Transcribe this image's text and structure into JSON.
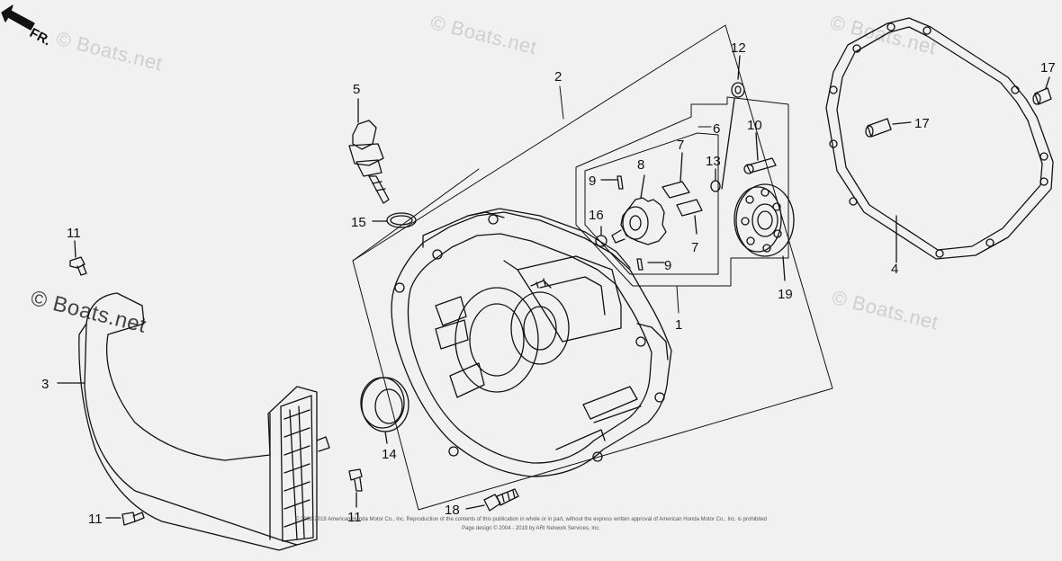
{
  "direction_label": "FR.",
  "watermarks": [
    "© Boats.net",
    "© Boats.net",
    "© Boats.net",
    "© Boats.net",
    "© Boats.net"
  ],
  "callouts": [
    "1",
    "2",
    "3",
    "4",
    "5",
    "6",
    "7",
    "7",
    "8",
    "9",
    "9",
    "10",
    "11",
    "11",
    "11",
    "12",
    "13",
    "14",
    "15",
    "16",
    "17",
    "17",
    "18",
    "19"
  ],
  "copyright_line_1": "© 2002-2019 American Honda Motor Co., Inc. Reproduction of the contents of this publication in whole or in part, without the express written approval of American Honda Motor Co., Inc. is prohibited",
  "copyright_line_2": "Page design © 2004 - 2019 by ARI Network Services, Inc.",
  "colors": {
    "background": "#f1f1f1",
    "line": "#111111",
    "watermark": "#cfcfcf"
  }
}
